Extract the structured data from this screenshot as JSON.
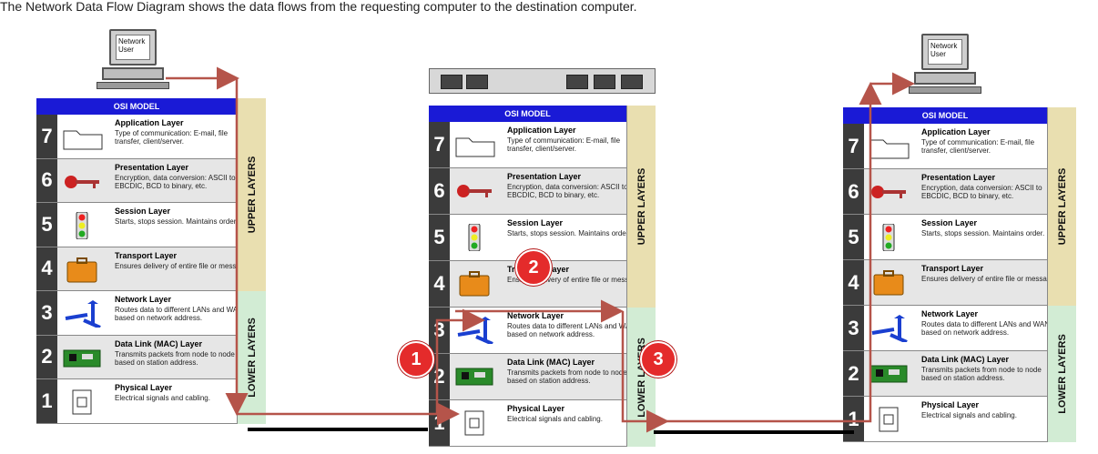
{
  "caption": "The Network Data Flow Diagram shows the data flows from the requesting computer to the destination computer.",
  "computers": [
    {
      "screen_text": "Network User"
    },
    {
      "screen_text": "Network User"
    }
  ],
  "osi": {
    "header": "OSI MODEL",
    "upper_label": "UPPER LAYERS",
    "lower_label": "LOWER LAYERS",
    "layers": [
      {
        "num": "7",
        "name": "Application Layer",
        "desc": "Type of communication: E-mail, file transfer, client/server.",
        "icon": "folder-icon"
      },
      {
        "num": "6",
        "name": "Presentation Layer",
        "desc": "Encryption, data conversion: ASCII to EBCDIC, BCD to binary, etc.",
        "icon": "key-icon"
      },
      {
        "num": "5",
        "name": "Session Layer",
        "desc": "Starts, stops session. Maintains order.",
        "icon": "traffic-light-icon"
      },
      {
        "num": "4",
        "name": "Transport Layer",
        "desc": "Ensures delivery of entire file or message.",
        "icon": "suitcase-icon"
      },
      {
        "num": "3",
        "name": "Network Layer",
        "desc": "Routes data to different LANs and WANs based on network address.",
        "icon": "route-arrows-icon"
      },
      {
        "num": "2",
        "name": "Data Link (MAC) Layer",
        "desc": "Transmits packets from node to node based on station address.",
        "icon": "network-card-icon"
      },
      {
        "num": "1",
        "name": "Physical Layer",
        "desc": "Electrical signals and cabling.",
        "icon": "port-icon"
      }
    ]
  },
  "badges": [
    "1",
    "2",
    "3"
  ],
  "colors": {
    "flow_arrow": "#b5544a",
    "cable": "#000000",
    "badge": "#e42b2b",
    "osi_header": "#1a1ad6"
  }
}
